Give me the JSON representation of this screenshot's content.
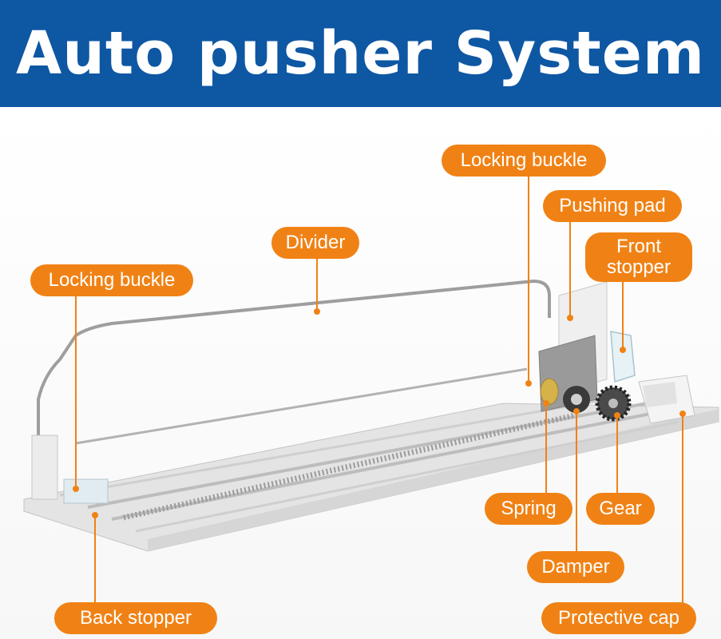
{
  "title": "Auto pusher System",
  "accent_color": "#f08215",
  "banner_color": "#0e57a3",
  "labels": {
    "locking_buckle_left": "Locking buckle",
    "divider": "Divider",
    "locking_buckle_top": "Locking buckle",
    "pushing_pad": "Pushing pad",
    "front_stopper": "Front stopper",
    "spring": "Spring",
    "gear": "Gear",
    "damper": "Damper",
    "back_stopper": "Back stopper",
    "protective_cap": "Protective cap"
  }
}
